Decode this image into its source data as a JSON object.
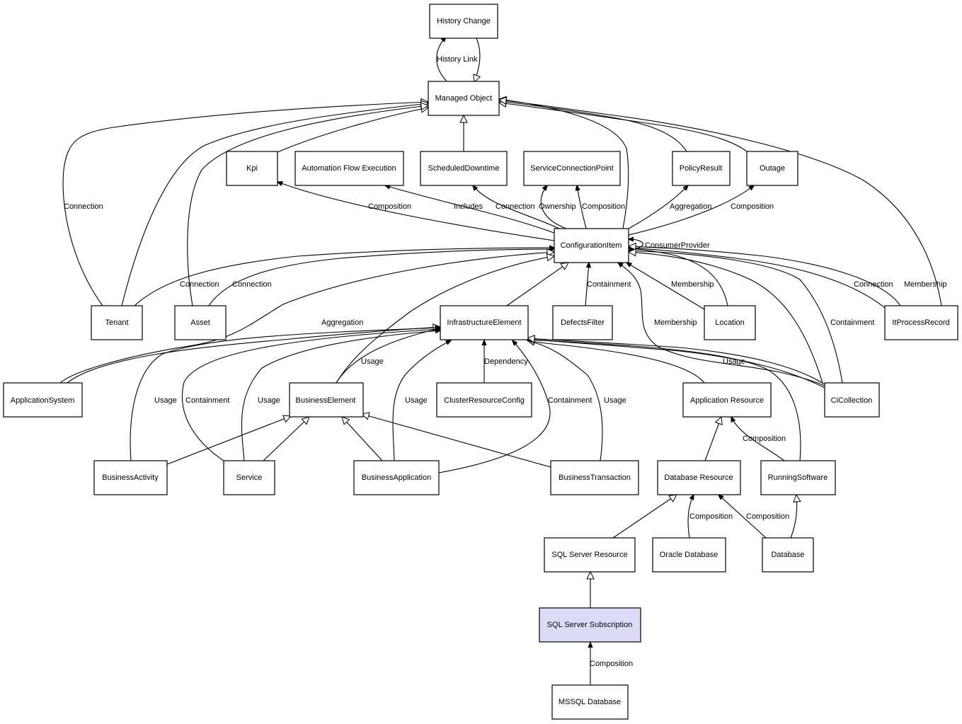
{
  "nodes": {
    "history_change": "History Change",
    "managed_object": "Managed Object",
    "kpi": "Kpi",
    "automation_flow_execution": "Automation Flow Execution",
    "scheduled_downtime": "ScheduledDowntime",
    "service_connection_point": "ServiceConnectionPoint",
    "policy_result": "PolicyResult",
    "outage": "Outage",
    "configuration_item": "ConfigurationItem",
    "tenant": "Tenant",
    "asset": "Asset",
    "infrastructure_element": "InfrastructureElement",
    "defects_filter": "DefectsFilter",
    "location": "Location",
    "it_process_record": "ItProcessRecord",
    "application_system": "ApplicationSystem",
    "business_element": "BusinessElement",
    "cluster_resource_config": "ClusterResourceConfig",
    "application_resource": "Application Resource",
    "ci_collection": "CiCollection",
    "business_activity": "BusinessActivity",
    "service": "Service",
    "business_application": "BusinessApplication",
    "business_transaction": "BusinessTransaction",
    "database_resource": "Database Resource",
    "running_software": "RunningSoftware",
    "sql_server_resource": "SQL Server Resource",
    "oracle_database": "Oracle Database",
    "database": "Database",
    "sql_server_subscription": "SQL Server Subscription",
    "mssql_database": "MSSQL Database"
  },
  "edge_labels": {
    "history_link": "History Link",
    "tenant_mo_connection": "Connection",
    "ci_kpi_composition": "Composition",
    "ci_afe_includes": "Includes",
    "ci_sd_connection": "Connection",
    "ci_scp_ownership": "Ownership",
    "ci_scp_composition": "Composition",
    "ci_pr_aggregation": "Aggregation",
    "ci_outage_composition": "Composition",
    "ci_consumer_provider": "ConsumerProvider",
    "tenant_ci_connection": "Connection",
    "asset_ci_connection": "Connection",
    "defects_ci_containment": "Containment",
    "location_ci_membership": "Membership",
    "itpr_ci_connection": "Connection",
    "itpr_membership": "Membership",
    "appsys_aggregation": "Aggregation",
    "cicoll_ci_membership": "Membership",
    "cicoll_ci_containment": "Containment",
    "be_ie_usage": "Usage",
    "crc_ie_dependency": "Dependency",
    "cicoll_ie_usage": "Usage",
    "ba_ie_usage": "Usage",
    "svc_ie_containment": "Containment",
    "svc_ie_usage": "Usage",
    "bapp_ie_usage": "Usage",
    "bapp_ie_containment": "Containment",
    "bt_ie_usage": "Usage",
    "rs_ar_composition": "Composition",
    "ora_dr_composition": "Composition",
    "db_dr_composition": "Composition",
    "mssql_sub_composition": "Composition"
  }
}
